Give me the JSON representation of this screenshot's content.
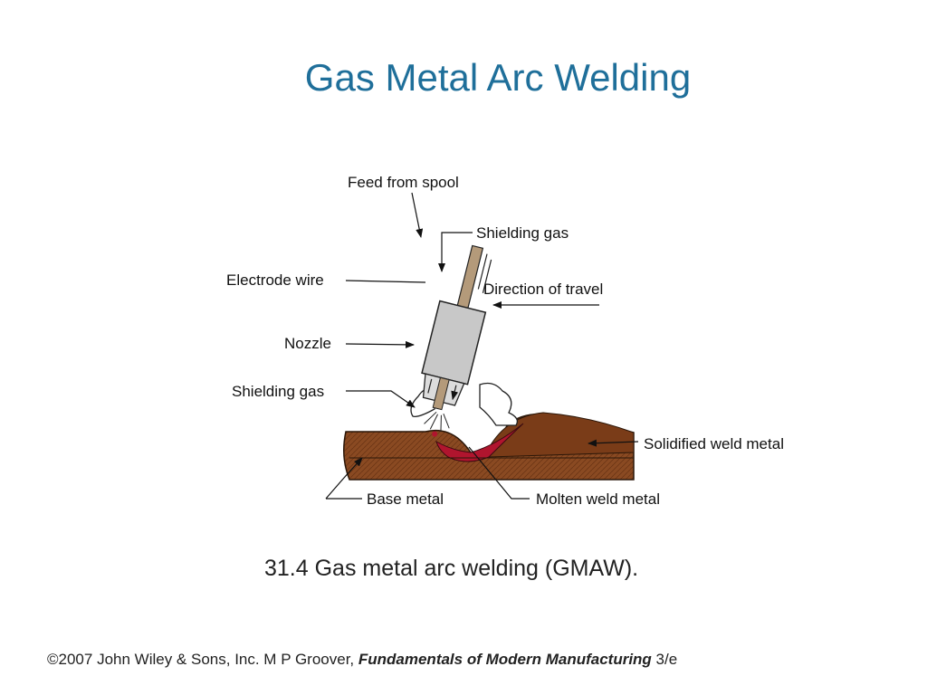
{
  "slide": {
    "title": "Gas Metal Arc Welding",
    "caption": "31.4  Gas metal arc welding (GMAW).",
    "footer": {
      "prefix": "©2007 John Wiley & Sons, Inc.  M P Groover, ",
      "book": "Fundamentals of Modern Manufacturing",
      "suffix": " 3/e"
    }
  },
  "diagram": {
    "labels": {
      "feed_from_spool": "Feed from spool",
      "shielding_gas_top": "Shielding gas",
      "electrode_wire": "Electrode wire",
      "direction_of_travel": "Direction of travel",
      "nozzle": "Nozzle",
      "shielding_gas_left": "Shielding gas",
      "solidified_weld_metal": "Solidified weld metal",
      "base_metal": "Base metal",
      "molten_weld_metal": "Molten weld metal"
    },
    "colors": {
      "base_metal": "#8a4a22",
      "molten_metal": "#b0152e",
      "nozzle": "#c8c8c8",
      "electrode": "#b49a7a",
      "title": "#1f6f9a"
    }
  }
}
